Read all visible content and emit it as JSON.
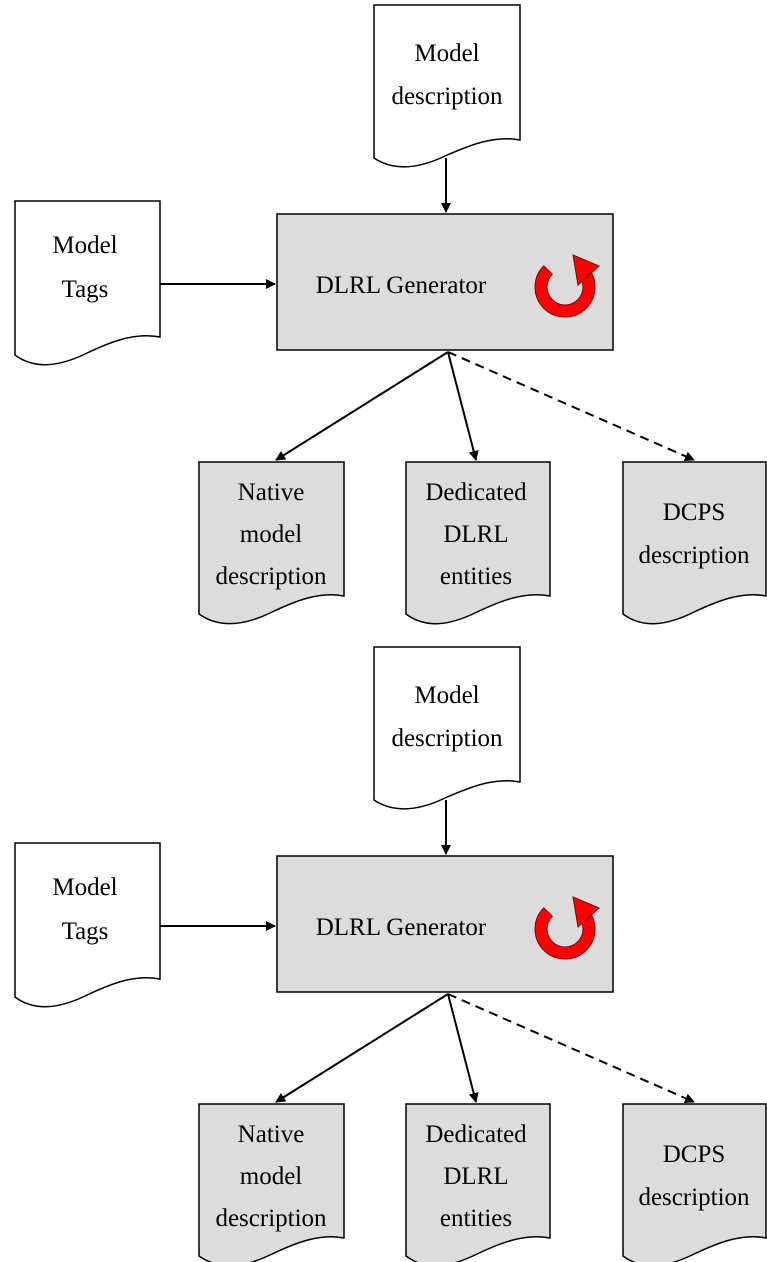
{
  "colors": {
    "box_fill": "#dcdcdc",
    "doc_fill_white": "#ffffff",
    "doc_fill_grey": "#dcdcdc",
    "stroke": "#000000",
    "cycle_icon": "#ff0000"
  },
  "icon": {
    "name": "refresh-cycle-icon"
  },
  "diagrams": [
    {
      "model_description": [
        "Model",
        "description"
      ],
      "model_tags": [
        "Model",
        "Tags"
      ],
      "generator": "DLRL Generator",
      "native_model": [
        "Native",
        "model",
        "description"
      ],
      "dedicated": [
        "Dedicated",
        "DLRL",
        "entities"
      ],
      "dcps": [
        "DCPS",
        "description"
      ]
    },
    {
      "model_description": [
        "Model",
        "description"
      ],
      "model_tags": [
        "Model",
        "Tags"
      ],
      "generator": "DLRL Generator",
      "native_model": [
        "Native",
        "model",
        "description"
      ],
      "dedicated": [
        "Dedicated",
        "DLRL",
        "entities"
      ],
      "dcps": [
        "DCPS",
        "description"
      ]
    }
  ]
}
